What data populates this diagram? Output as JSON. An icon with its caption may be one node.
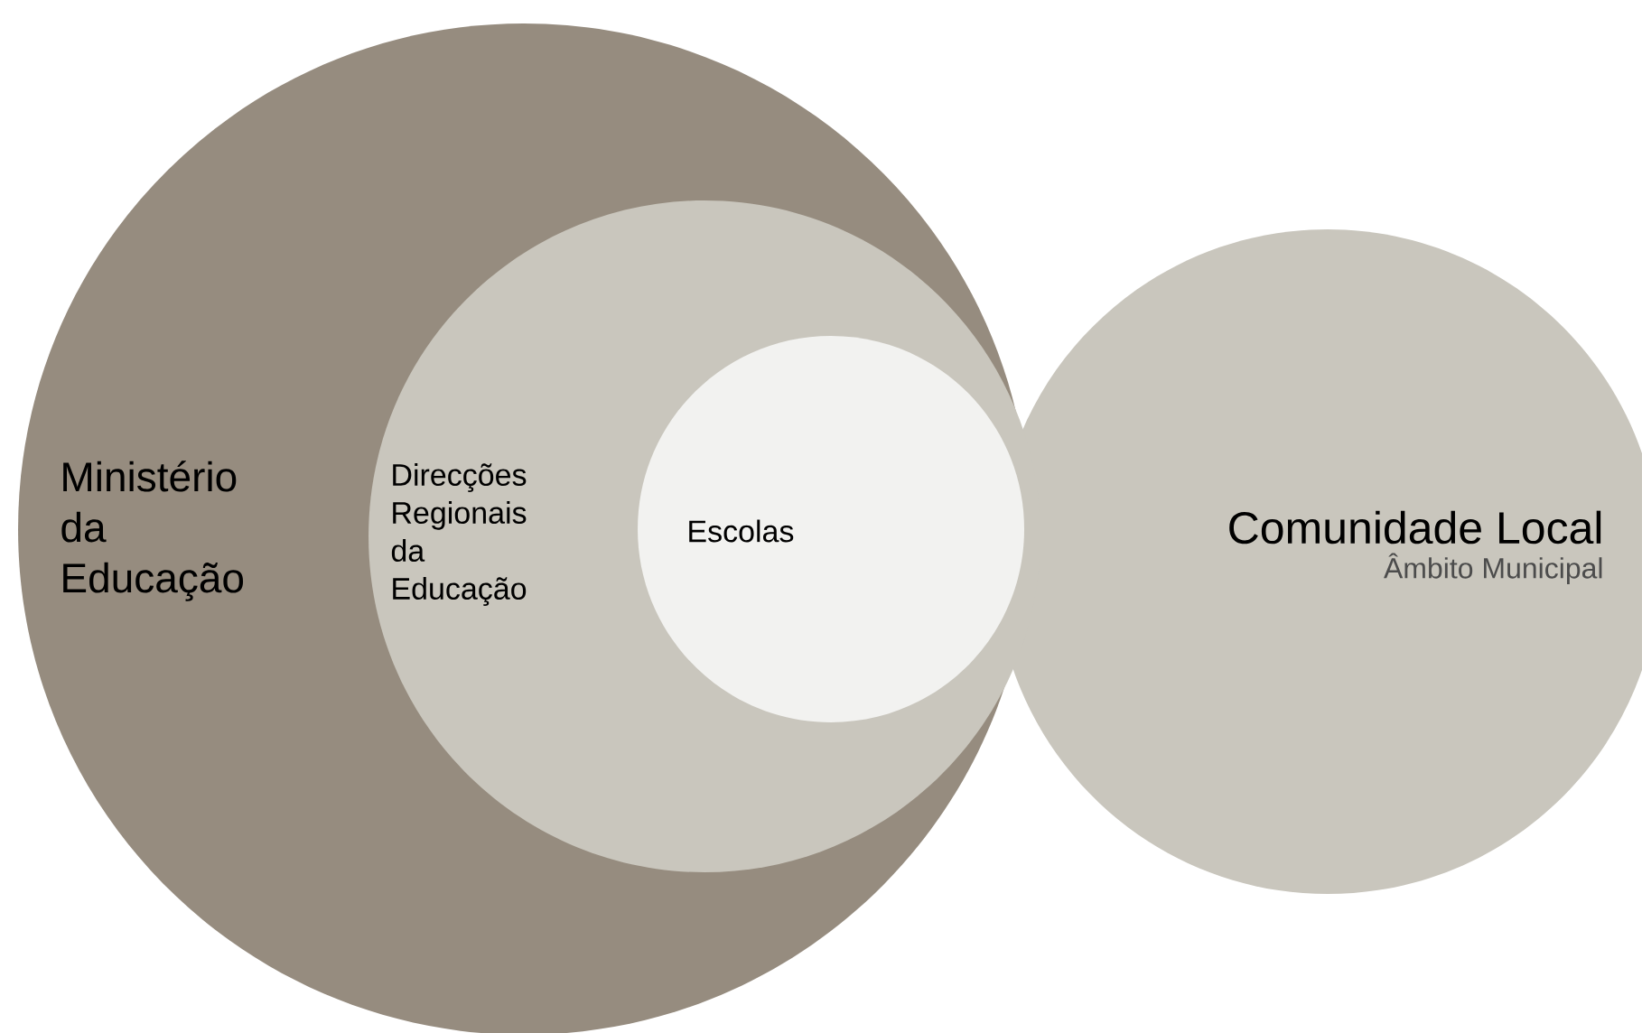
{
  "diagram": {
    "nodes": [
      {
        "text": [
          "Ministério da Educação"
        ]
      },
      {
        "text": [
          "Direcções Regionais da Educação"
        ],
        "in": 0
      },
      {
        "text": [
          "Escolas"
        ],
        "in": 1
      },
      {
        "text": [
          "Comunidade Local",
          "Âmbito Municipal"
        ]
      }
    ]
  }
}
